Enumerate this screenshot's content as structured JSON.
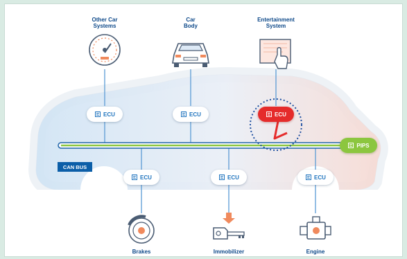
{
  "top_systems": [
    {
      "name": "other-car-systems",
      "lines": [
        "Other Car",
        "Systems"
      ],
      "icon": "speedometer-icon"
    },
    {
      "name": "car-body",
      "lines": [
        "Car",
        "Body"
      ],
      "icon": "car-front-icon"
    },
    {
      "name": "entertainment-system",
      "lines": [
        "Entertainment",
        "System"
      ],
      "icon": "touchscreen-hand-icon"
    }
  ],
  "bottom_systems": [
    {
      "name": "brakes",
      "label": "Brakes",
      "icon": "brake-disc-icon"
    },
    {
      "name": "immobilizer",
      "label": "Immobilizer",
      "icon": "key-lock-icon"
    },
    {
      "name": "engine",
      "label": "Engine",
      "icon": "engine-icon"
    }
  ],
  "ecu_label": "ECU",
  "pips_label": "PIPS",
  "can_bus_label": "CAN BUS",
  "colors": {
    "label_blue": "#0f4a8a",
    "ecu_text": "#1e73be",
    "compromised_ecu": "#e52b2b",
    "pips_green": "#8cc63f",
    "can_bus_badge": "#0b5ea8",
    "line_blue": "#5b9bd5"
  }
}
